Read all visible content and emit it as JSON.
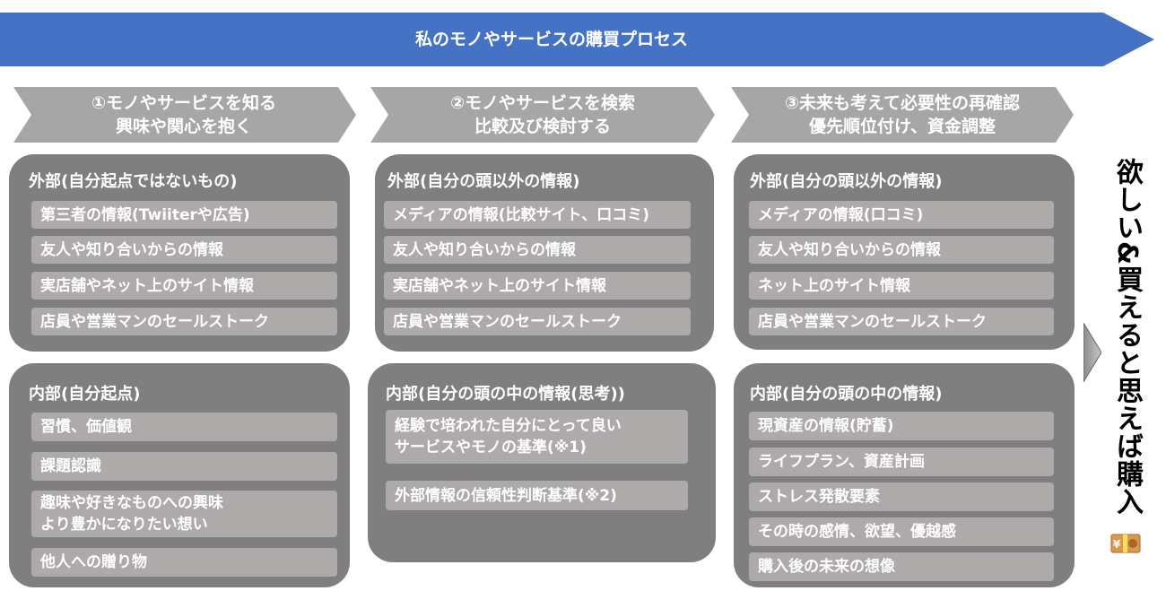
{
  "title": "私のモノやサービスの購買プロセス",
  "colors": {
    "banner": "#4472C4",
    "chevron": "#A6A6A6",
    "box": "#7F7F7F",
    "item": "#AEAAAA"
  },
  "columns": [
    {
      "step": [
        "①モノやサービスを知る",
        "興味や関心を抱く"
      ],
      "external": {
        "header": "外部(自分起点ではないもの)",
        "items": [
          "第三者の情報(Twiiterや広告)",
          "友人や知り合いからの情報",
          "実店舗やネット上のサイト情報",
          "店員や営業マンのセールストーク"
        ]
      },
      "internal": {
        "header": "内部(自分起点)",
        "items": [
          "習慣、価値観",
          "課題認識",
          "趣味や好きなものへの興味",
          "より豊かになりたい想い",
          "他人への贈り物"
        ]
      }
    },
    {
      "step": [
        "②モノやサービスを検索",
        "比較及び検討する"
      ],
      "external": {
        "header": "外部(自分の頭以外の情報)",
        "items": [
          "メディアの情報(比較サイト、口コミ)",
          "友人や知り合いからの情報",
          "実店舗やネット上のサイト情報",
          "店員や営業マンのセールストーク"
        ]
      },
      "internal": {
        "header": "内部(自分の頭の中の情報(思考))",
        "items": [
          "経験で培われた自分にとって良い",
          "サービスやモノの基準(※1)",
          "外部情報の信頼性判断基準(※2)"
        ]
      }
    },
    {
      "step": [
        "③未来も考えて必要性の再確認",
        "優先順位付け、資金調整"
      ],
      "external": {
        "header": "外部(自分の頭以外の情報)",
        "items": [
          "メディアの情報(口コミ)",
          "友人や知り合いからの情報",
          "ネット上のサイト情報",
          "店員や営業マンのセールストーク"
        ]
      },
      "internal": {
        "header": "内部(自分の頭の中の情報)",
        "items": [
          "現資産の情報(貯蓄)",
          "ライフプラン、資産計画",
          "ストレス発散要素",
          "その時の感情、欲望、優越感",
          "購入後の未来の想像"
        ]
      }
    }
  ],
  "conclusion": "欲しい&買えると思えば購入",
  "icon": "yen-money-icon"
}
